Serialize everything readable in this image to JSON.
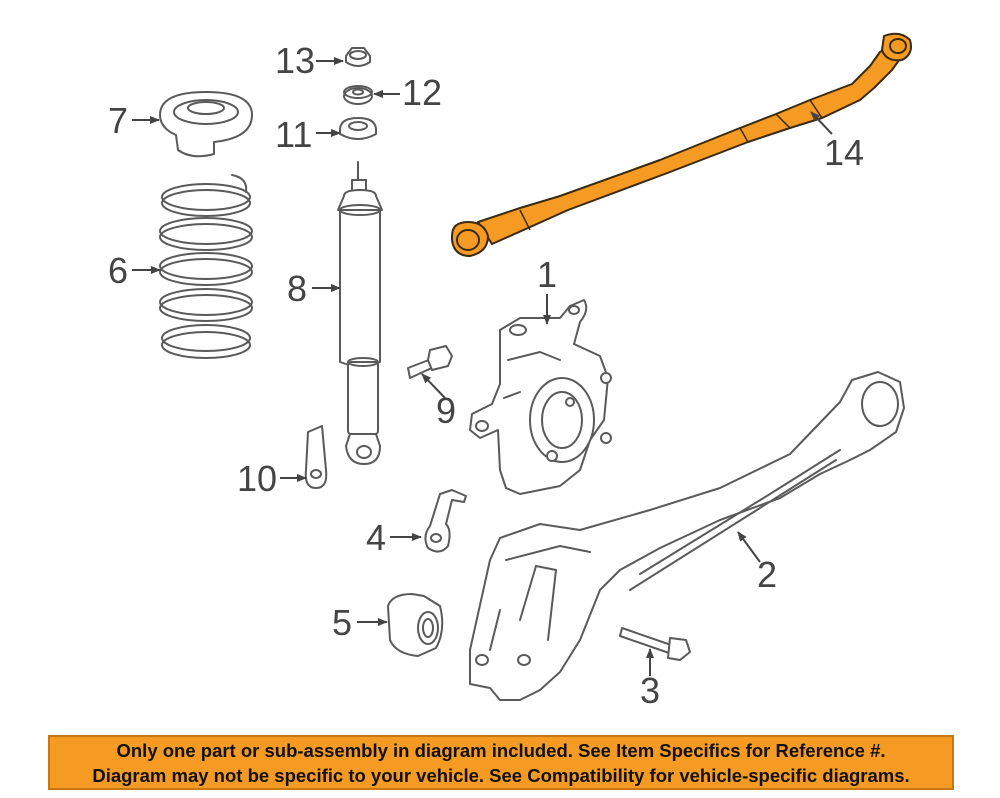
{
  "diagram": {
    "callouts": [
      "1",
      "2",
      "3",
      "4",
      "5",
      "6",
      "7",
      "8",
      "9",
      "10",
      "11",
      "12",
      "13",
      "14"
    ],
    "highlight_color": "#f59a23"
  },
  "disclaimer": {
    "line1": "Only one part or sub-assembly in diagram included. See Item Specifics for Reference #.",
    "line2": "Diagram may not be specific to your vehicle. See Compatibility for vehicle-specific diagrams.",
    "background_color": "#f59a23"
  }
}
